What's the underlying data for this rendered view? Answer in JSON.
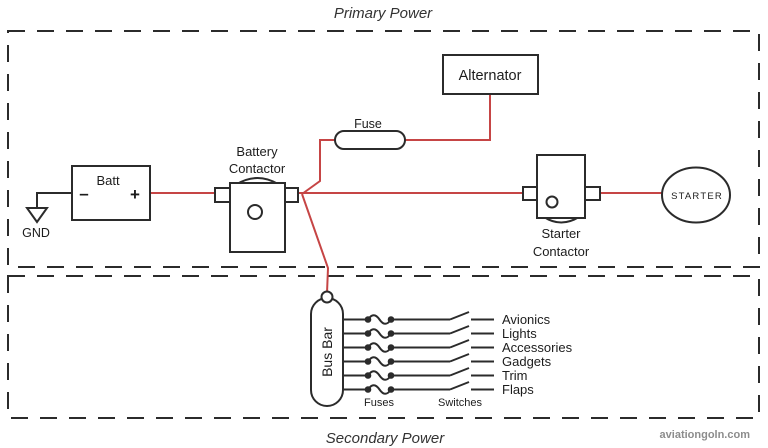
{
  "regions": {
    "primary_label": "Primary Power",
    "secondary_label": "Secondary Power"
  },
  "watermark": "aviationgoln.com",
  "battery": {
    "label": "Batt",
    "minus": "–",
    "plus": "+"
  },
  "ground": {
    "label": "GND"
  },
  "battery_contactor": {
    "line1": "Battery",
    "line2": "Contactor"
  },
  "fuse": {
    "label": "Fuse"
  },
  "alternator": {
    "label": "Alternator"
  },
  "starter_contactor": {
    "line1": "Starter",
    "line2": "Contactor"
  },
  "starter": {
    "label": "STARTER"
  },
  "bus_bar": {
    "label": "Bus Bar"
  },
  "bus_annotations": {
    "fuses": "Fuses",
    "switches": "Switches"
  },
  "circuits": [
    "Avionics",
    "Lights",
    "Accessories",
    "Gadgets",
    "Trim",
    "Flaps"
  ],
  "colors": {
    "wire_red": "#c64545",
    "line_black": "#2b2b2b",
    "text": "#1c1c1c",
    "watermark_gray": "#8c8c8c"
  }
}
